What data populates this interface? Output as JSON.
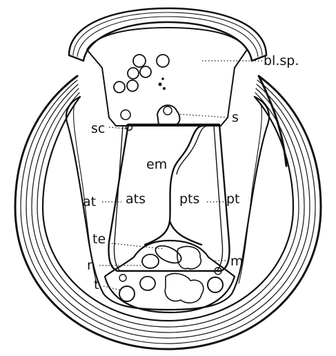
{
  "figure": {
    "colors": {
      "ink": "#111111",
      "paper": "#ffffff"
    },
    "labels": {
      "bl_sp": "bl.sp.",
      "s": "s",
      "sc": "sc",
      "em": "em",
      "at": "at",
      "ats": "ats",
      "pts": "pts",
      "pt": "pt",
      "te": "te",
      "n": "n",
      "m": "m",
      "t": "t"
    }
  }
}
